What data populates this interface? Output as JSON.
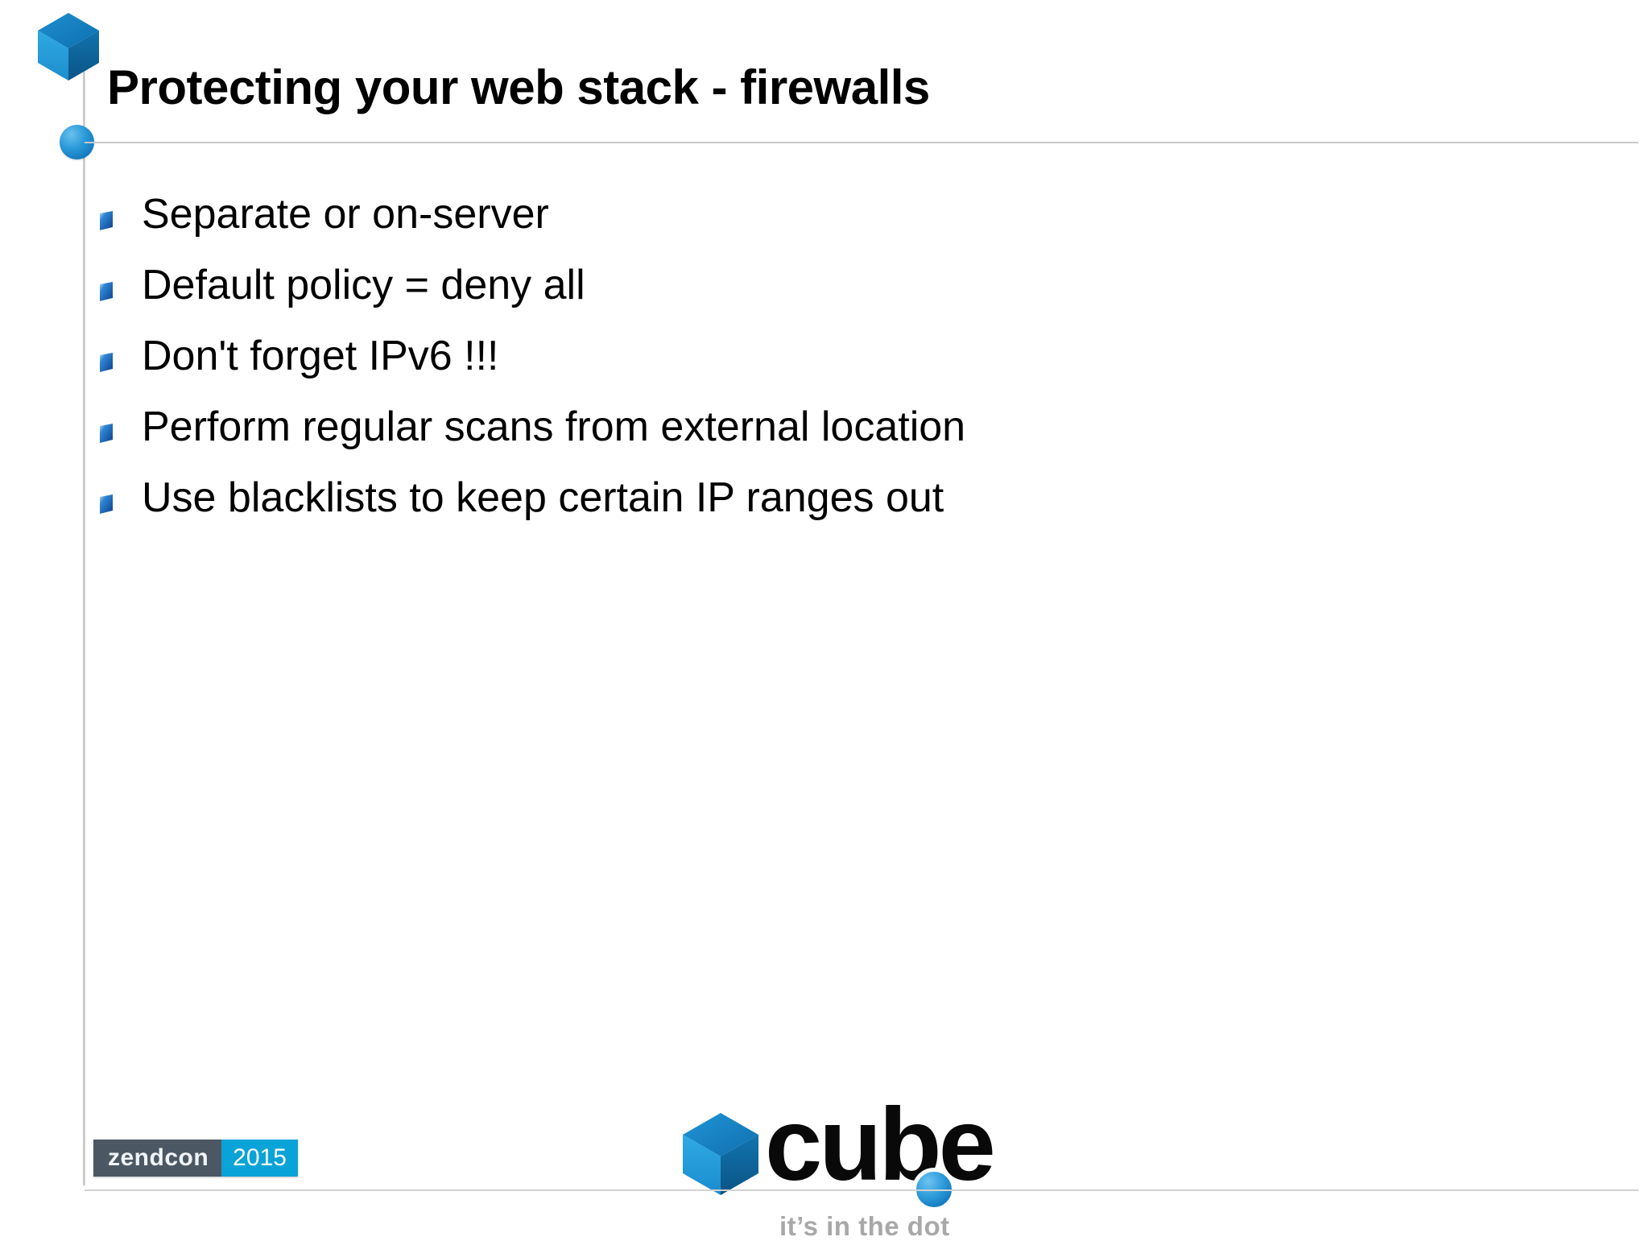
{
  "slide": {
    "title": "Protecting your web stack - firewalls",
    "bullets": [
      {
        "text": "Separate or on-server",
        "marker": "blue-cube-bullet-icon"
      },
      {
        "text": "Default policy = deny all",
        "marker": "blue-cube-bullet-icon"
      },
      {
        "text": "Don't forget IPv6 !!!",
        "marker": "blue-cube-bullet-icon"
      },
      {
        "text": "Perform regular scans from external location",
        "marker": "blue-cube-bullet-icon"
      },
      {
        "text": "Use blacklists to keep certain IP ranges out",
        "marker": "blue-cube-bullet-icon"
      }
    ]
  },
  "footer": {
    "conference": {
      "name": "zendcon",
      "year": "2015"
    },
    "logo": {
      "wordmark": "cube",
      "tagline": "it’s in the dot",
      "mark": "blue-3d-cube-icon",
      "dot": "blue-sphere-dot-icon"
    }
  },
  "decor": {
    "corner_cube": "blue-3d-cube-icon",
    "rule_node": "blue-sphere-node-icon"
  },
  "colors": {
    "cube_light": "#1a9ad9",
    "cube_mid": "#1277bb",
    "cube_dark": "#0d5e99",
    "accent_cyan": "#0aa3d7",
    "badge_slate": "#4b5864",
    "rule_gray": "#c9c9c9",
    "tagline_gray": "#a8a8a8",
    "text_black": "#000000"
  }
}
